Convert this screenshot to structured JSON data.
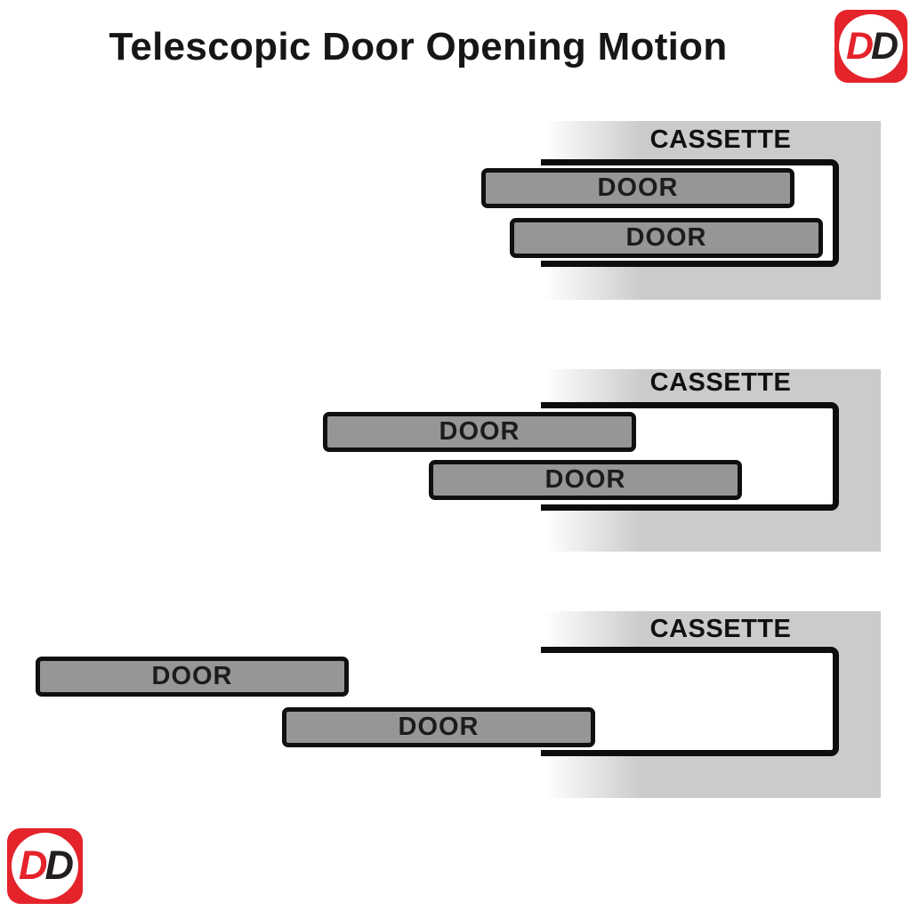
{
  "title": "Telescopic Door Opening Motion",
  "brand": {
    "initials": "DD",
    "d1": "D",
    "d2": "D"
  },
  "colors": {
    "logo_red": "#e4232b",
    "logo_dark": "#231f20",
    "panel_gray": "#cbcbcb",
    "door_fill_gray": "#969696",
    "outline_black": "#0d0d0d"
  },
  "stages": [
    {
      "name": "doors-closed",
      "cassette_label": "CASSETTE",
      "doors": [
        {
          "label": "DOOR"
        },
        {
          "label": "DOOR"
        }
      ]
    },
    {
      "name": "doors-half-open",
      "cassette_label": "CASSETTE",
      "doors": [
        {
          "label": "DOOR"
        },
        {
          "label": "DOOR"
        }
      ]
    },
    {
      "name": "doors-fully-open",
      "cassette_label": "CASSETTE",
      "doors": [
        {
          "label": "DOOR"
        },
        {
          "label": "DOOR"
        }
      ]
    }
  ]
}
